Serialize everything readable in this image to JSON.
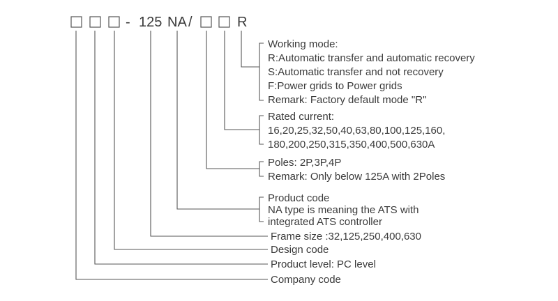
{
  "model_code": {
    "placeholder_boxes": 3,
    "dash": "-",
    "frame": "125",
    "type": "NA",
    "slash": "/",
    "extra_boxes": 2,
    "mode": "R"
  },
  "groups": {
    "working_mode": [
      "Working mode:",
      "R:Automatic transfer and automatic recovery",
      "S:Automatic transfer and not recovery",
      "F:Power grids to Power grids",
      "Remark: Factory default mode \"R\""
    ],
    "rated_current": [
      "Rated current:",
      "16,20,25,32,50,40,63,80,100,125,160,",
      "180,200,250,315,350,400,500,630A"
    ],
    "poles": [
      "Poles: 2P,3P,4P",
      "Remark: Only below 125A with 2Poles"
    ],
    "product_code": [
      "Product code",
      "NA type is meaning the ATS with",
      "integrated ATS controller"
    ]
  },
  "single_labels": {
    "frame_size": "Frame size :32,125,250,400,630",
    "design_code": "Design code",
    "product_level": "Product level: PC  level",
    "company_code": "Company code"
  }
}
